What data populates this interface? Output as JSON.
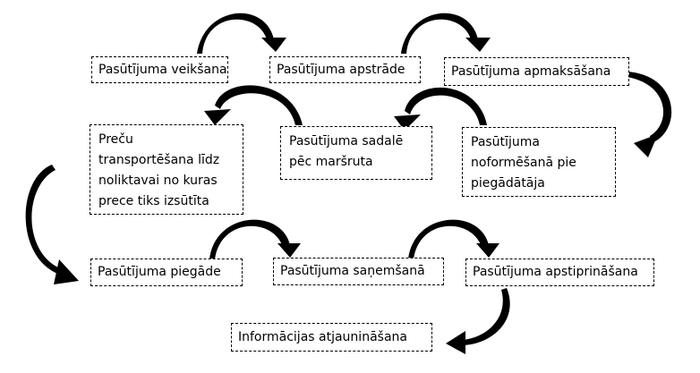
{
  "diagram": {
    "steps": [
      {
        "id": "s1",
        "lines": [
          "Pasūtījuma veikšana"
        ]
      },
      {
        "id": "s2",
        "lines": [
          "Pasūtījuma apstrāde"
        ]
      },
      {
        "id": "s3",
        "lines": [
          "Pasūtījuma apmaksāšana"
        ]
      },
      {
        "id": "s4",
        "lines": [
          "Pasūtījuma",
          "noformēšanā pie",
          "piegādātāja"
        ]
      },
      {
        "id": "s5",
        "lines": [
          "Pasūtījuma sadalē",
          "pēc maršruta"
        ]
      },
      {
        "id": "s6",
        "lines": [
          "Preču",
          "transportēšana līdz",
          "noliktavai no kuras",
          "prece tiks izsūtīta"
        ]
      },
      {
        "id": "s7",
        "lines": [
          "Pasūtījuma piegāde"
        ]
      },
      {
        "id": "s8",
        "lines": [
          "Pasūtījuma saņemšanā"
        ]
      },
      {
        "id": "s9",
        "lines": [
          "Pasūtījuma apstiprināšana"
        ]
      },
      {
        "id": "s10",
        "lines": [
          "Informācijas atjaunināšana"
        ]
      }
    ],
    "arrow_color": "#000000"
  }
}
